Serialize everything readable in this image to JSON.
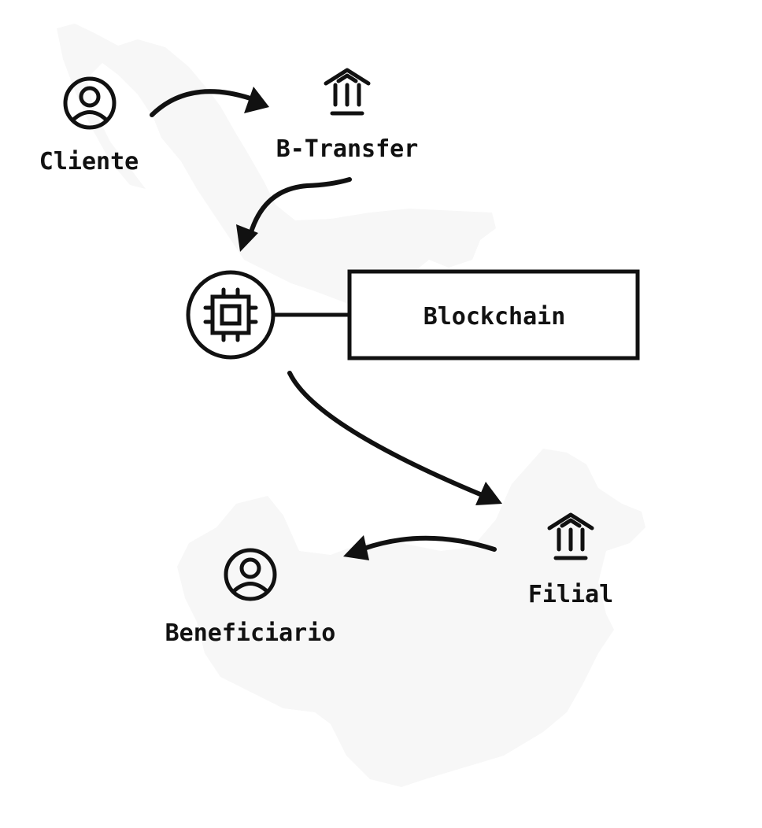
{
  "diagram": {
    "colors": {
      "ink": "#111111",
      "map": "#f7f7f7",
      "background": "#ffffff"
    },
    "background_maps": [
      {
        "name": "mexico",
        "region": "origin"
      },
      {
        "name": "china",
        "region": "destination"
      }
    ],
    "nodes": [
      {
        "id": "cliente",
        "label": "Cliente",
        "icon": "user-circle-icon"
      },
      {
        "id": "btransfer",
        "label": "B-Transfer",
        "icon": "bank-icon"
      },
      {
        "id": "processor",
        "label": "",
        "icon": "cpu-chip-icon"
      },
      {
        "id": "blockchain",
        "label": "Blockchain",
        "icon": ""
      },
      {
        "id": "filial",
        "label": "Filial",
        "icon": "bank-icon"
      },
      {
        "id": "beneficiario",
        "label": "Beneficiario",
        "icon": "user-circle-icon"
      }
    ],
    "edges": [
      {
        "from": "cliente",
        "to": "btransfer",
        "type": "arrow"
      },
      {
        "from": "btransfer",
        "to": "processor",
        "type": "arrow"
      },
      {
        "from": "processor",
        "to": "blockchain",
        "type": "line"
      },
      {
        "from": "processor",
        "to": "filial",
        "type": "arrow"
      },
      {
        "from": "filial",
        "to": "beneficiario",
        "type": "arrow"
      }
    ]
  }
}
